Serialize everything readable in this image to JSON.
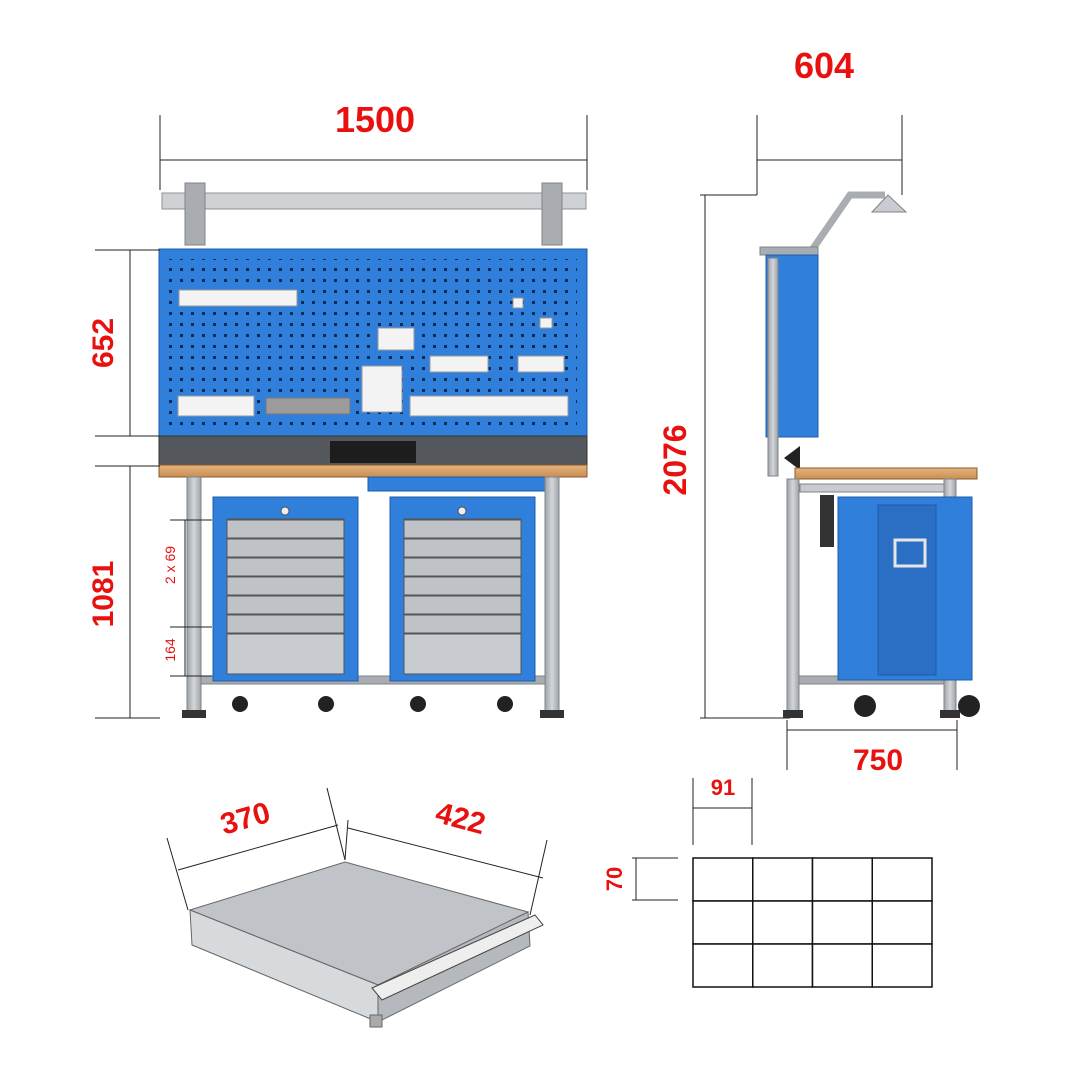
{
  "dimensions": {
    "front_width": "1500",
    "panel_height": "652",
    "bench_height": "1081",
    "side_depth_top": "604",
    "total_height": "2076",
    "side_depth": "750",
    "drawer_width": "370",
    "drawer_depth": "422",
    "small_drawer": "2 x 69",
    "large_drawer": "164",
    "cell_width": "91",
    "cell_height": "70"
  },
  "colors": {
    "dimension_text": "#e8110f",
    "steel_blue": "#2f7fdb",
    "frame_grey": "#a9adb1",
    "worktop": "#d8a36a"
  },
  "grid": {
    "rows": 3,
    "cols": 4
  }
}
